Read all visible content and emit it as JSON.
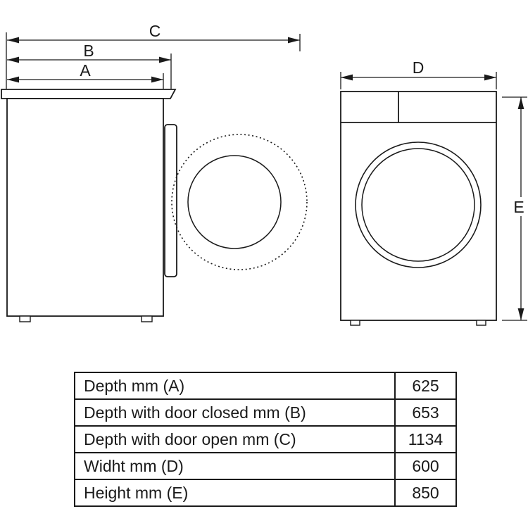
{
  "diagram": {
    "description": "Washing machine dimension drawing, side view and front view",
    "dim_labels": {
      "A": "A",
      "B": "B",
      "C": "C",
      "D": "D",
      "E": "E"
    },
    "colors": {
      "line": "#1a1a1a",
      "background": "#ffffff"
    }
  },
  "table": {
    "rows": [
      {
        "label": "Depth mm (A)",
        "value": "625"
      },
      {
        "label": "Depth with door closed mm (B)",
        "value": "653"
      },
      {
        "label": "Depth with door open mm (C)",
        "value": "1134"
      },
      {
        "label": "Widht mm (D)",
        "value": "600"
      },
      {
        "label": "Height mm (E)",
        "value": "850"
      }
    ]
  }
}
